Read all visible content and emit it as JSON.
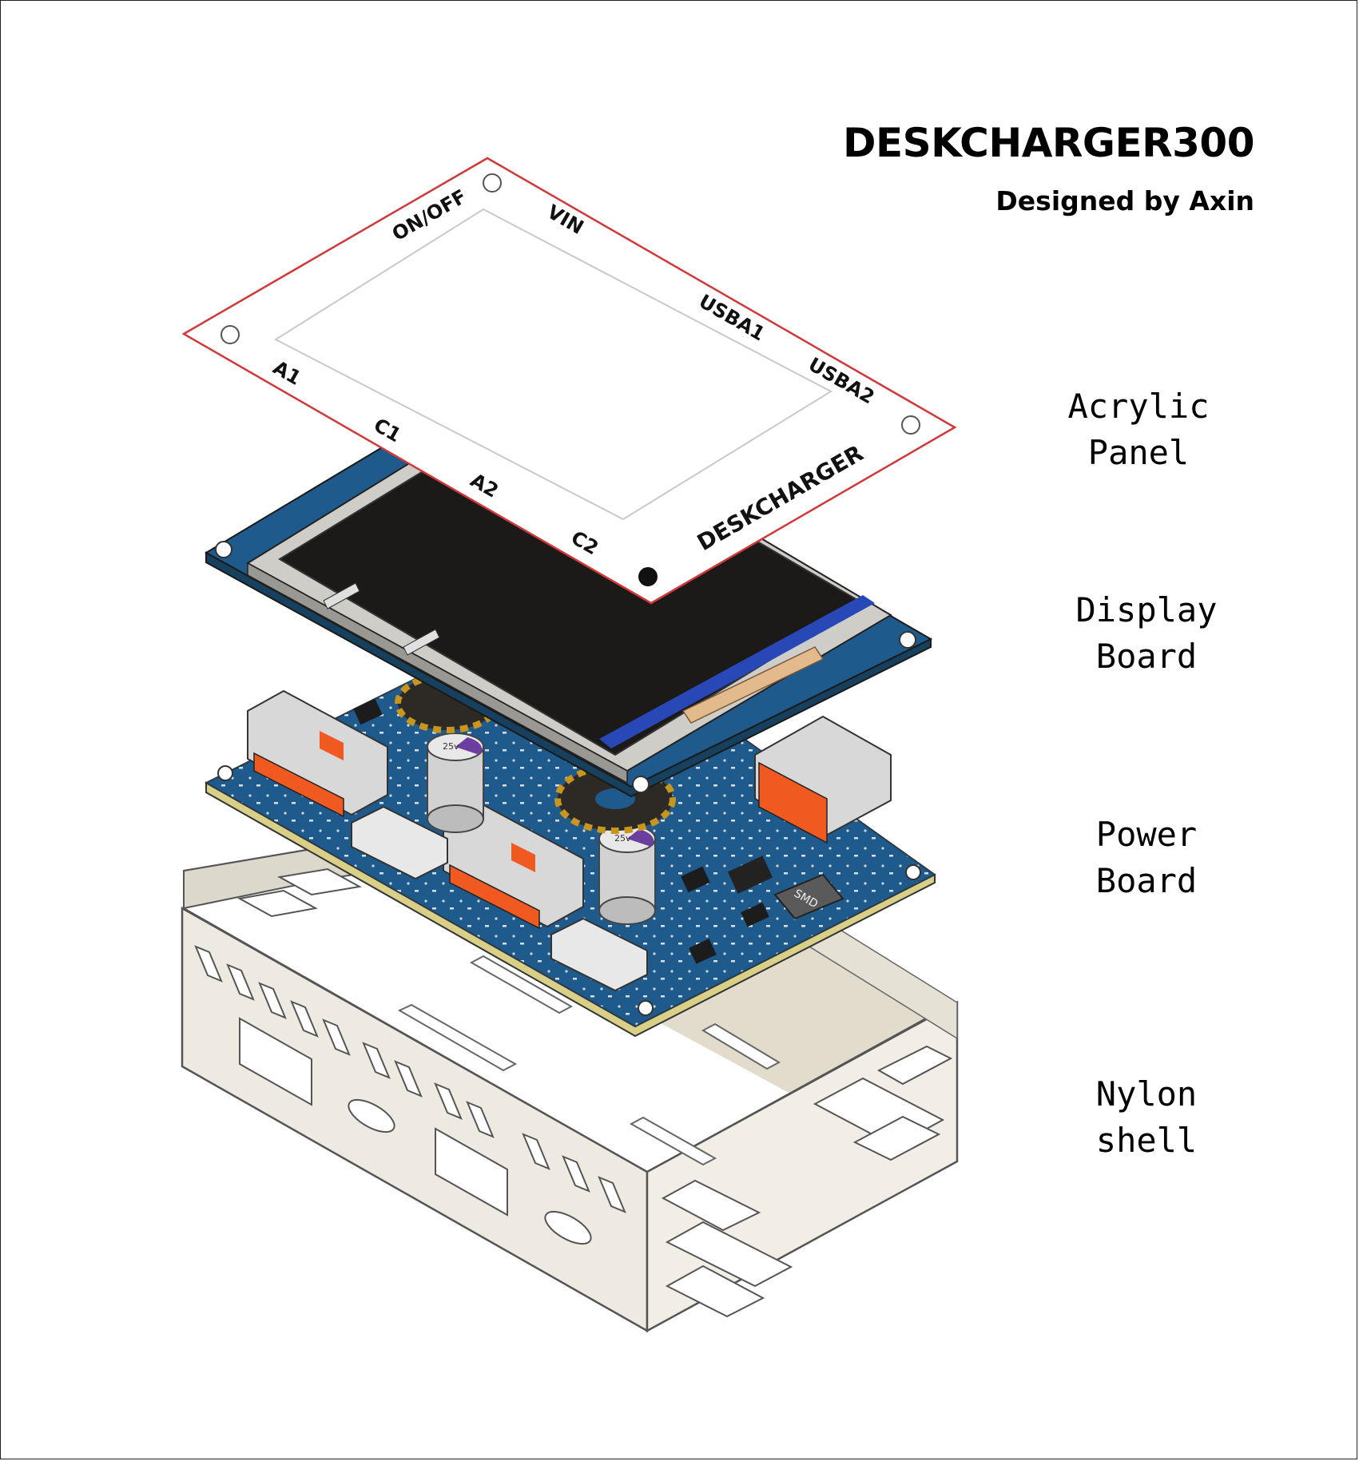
{
  "title": "DESKCHARGER300",
  "subtitle": "Designed by Axin",
  "labels": {
    "acrylic": "Acrylic\nPanel",
    "display": "Display\nBoard",
    "power": "Power\nBoard",
    "nylon": "Nylon\nshell"
  },
  "panel_text": {
    "onoff": "ON/OFF",
    "vin": "VIN",
    "usba1": "USBA1",
    "usba2": "USBA2",
    "a1": "A1",
    "c1": "C1",
    "a2": "A2",
    "c2": "C2",
    "brand": "DESKCHARGER"
  },
  "components": {
    "cap_marking": "25v",
    "inductor_marking": "SMD"
  },
  "colors": {
    "pcb_blue": "#1f5a8c",
    "panel_outline": "#d0393a",
    "shell": "#ece8df",
    "screen": "#1c1a18",
    "usb_orange": "#f05a20"
  }
}
